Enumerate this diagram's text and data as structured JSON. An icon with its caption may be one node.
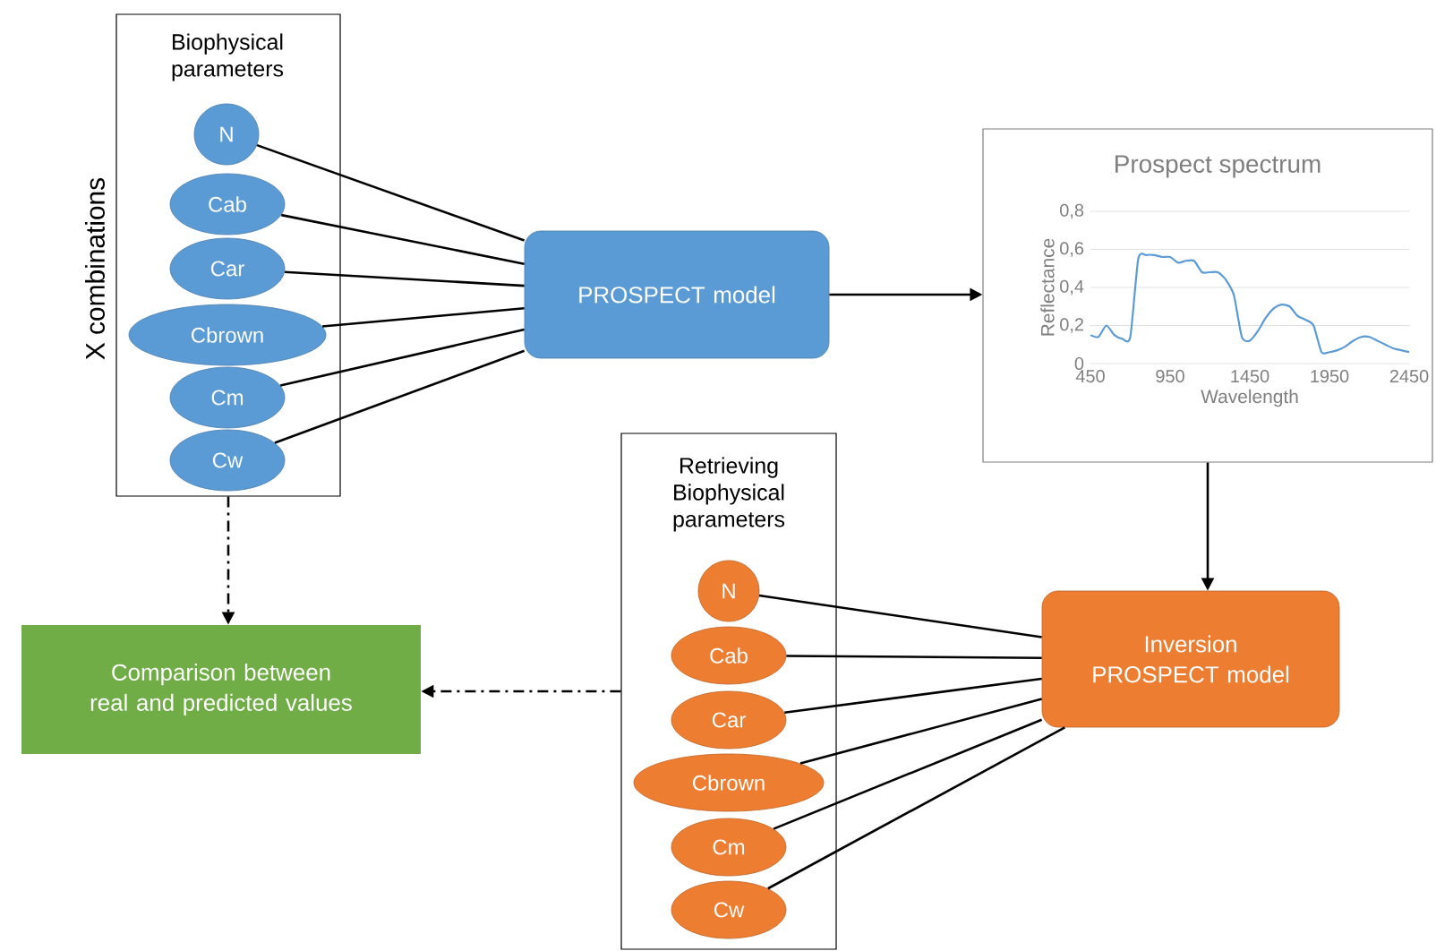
{
  "diagram": {
    "nodes": [
      {
        "text": [
          "Biophysical parameters"
        ],
        "beside": [
          "X combinations"
        ]
      },
      {
        "text": [
          "N"
        ],
        "in": 0
      },
      {
        "text": [
          "Cab"
        ],
        "in": 0
      },
      {
        "text": [
          "Car"
        ],
        "in": 0
      },
      {
        "text": [
          "Cbrown"
        ],
        "in": 0
      },
      {
        "text": [
          "Cm"
        ],
        "in": 0
      },
      {
        "text": [
          "Cw"
        ],
        "in": 0
      },
      {
        "text": [
          "PROSPECT model"
        ]
      },
      {
        "text": [],
        "shape": "box"
      },
      {
        "text": [
          "Inversion PROSPECT model"
        ]
      },
      {
        "text": [
          "Retrieving Biophysical parameters"
        ]
      },
      {
        "text": [
          "N"
        ],
        "in": 10
      },
      {
        "text": [
          "Cab"
        ],
        "in": 10
      },
      {
        "text": [
          "Car"
        ],
        "in": 10
      },
      {
        "text": [
          "Cbrown"
        ],
        "in": 10
      },
      {
        "text": [
          "Cm"
        ],
        "in": 10
      },
      {
        "text": [
          "Cw"
        ],
        "in": 10
      },
      {
        "text": [
          "Comparison between real and predicted values"
        ]
      }
    ],
    "edges": [
      {
        "from": 1,
        "to": 7,
        "arrow": "none"
      },
      {
        "from": 2,
        "to": 7,
        "arrow": "none"
      },
      {
        "from": 3,
        "to": 7,
        "arrow": "none"
      },
      {
        "from": 4,
        "to": 7,
        "arrow": "none"
      },
      {
        "from": 5,
        "to": 7,
        "arrow": "none"
      },
      {
        "from": 6,
        "to": 7,
        "arrow": "none"
      },
      {
        "from": 7,
        "to": 8,
        "arrow": "to"
      },
      {
        "from": 8,
        "to": 9,
        "arrow": "to"
      },
      {
        "from": 11,
        "to": 9,
        "arrow": "none"
      },
      {
        "from": 12,
        "to": 9,
        "arrow": "none"
      },
      {
        "from": 13,
        "to": 9,
        "arrow": "none"
      },
      {
        "from": 14,
        "to": 9,
        "arrow": "none"
      },
      {
        "from": 15,
        "to": 9,
        "arrow": "none"
      },
      {
        "from": 16,
        "to": 9,
        "arrow": "none"
      },
      {
        "from": 0,
        "to": 17,
        "arrow": "to",
        "style": "dashed"
      },
      {
        "from": 10,
        "to": 17,
        "arrow": "to",
        "style": "dashed"
      }
    ],
    "chart_data": {
      "type": "line",
      "title": "Prospect spectrum",
      "xlabel": "Wavelength",
      "ylabel": "Reflectance",
      "x": [
        450,
        500,
        550,
        600,
        650,
        700,
        750,
        800,
        850,
        900,
        950,
        1000,
        1050,
        1100,
        1150,
        1200,
        1250,
        1300,
        1350,
        1400,
        1450,
        1500,
        1550,
        1600,
        1650,
        1700,
        1750,
        1800,
        1850,
        1900,
        1950,
        2000,
        2050,
        2100,
        2150,
        2200,
        2250,
        2300,
        2350,
        2400,
        2450
      ],
      "series": [
        {
          "color": "#5b9bd5",
          "values": [
            0.15,
            0.14,
            0.2,
            0.15,
            0.13,
            0.14,
            0.55,
            0.57,
            0.57,
            0.56,
            0.56,
            0.53,
            0.54,
            0.54,
            0.48,
            0.48,
            0.48,
            0.44,
            0.36,
            0.14,
            0.12,
            0.17,
            0.24,
            0.29,
            0.31,
            0.3,
            0.25,
            0.23,
            0.2,
            0.06,
            0.06,
            0.07,
            0.09,
            0.12,
            0.14,
            0.14,
            0.12,
            0.1,
            0.08,
            0.07,
            0.06
          ]
        }
      ],
      "grid": true,
      "xlim": [
        450,
        2450
      ],
      "ylim": [
        0,
        0.8
      ],
      "xticks": [
        450,
        950,
        1450,
        1950,
        2450
      ],
      "yticks": [
        {
          "value": 0,
          "label": "0"
        },
        {
          "value": 0.2,
          "label": "0,2"
        },
        {
          "value": 0.4,
          "label": "0,4"
        },
        {
          "value": 0.6,
          "label": "0,6"
        },
        {
          "value": 0.8,
          "label": "0,8"
        }
      ]
    }
  }
}
